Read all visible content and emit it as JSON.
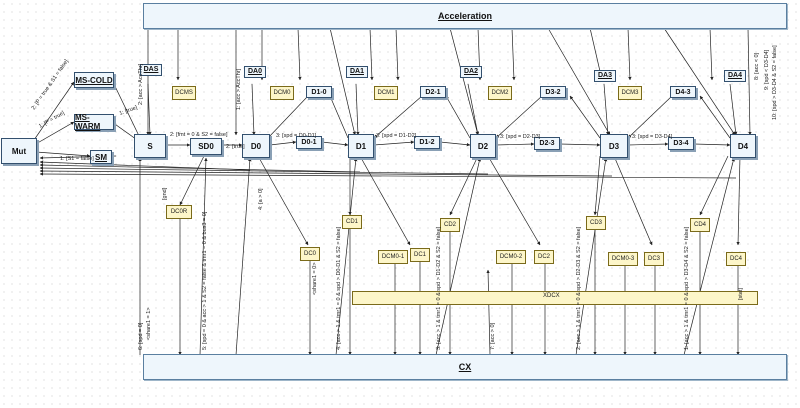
{
  "diagram": {
    "acceleration_title": "Acceleration",
    "cx_title": "CX",
    "main_states": [
      {
        "id": "mut",
        "label": "Mut"
      },
      {
        "id": "s",
        "label": "S"
      },
      {
        "id": "sd0",
        "label": "SD0"
      },
      {
        "id": "d0",
        "label": "D0"
      },
      {
        "id": "d1",
        "label": "D1"
      },
      {
        "id": "d2",
        "label": "D2"
      },
      {
        "id": "d3",
        "label": "D3"
      },
      {
        "id": "d4",
        "label": "D4"
      }
    ],
    "mode_states": [
      {
        "id": "mscold",
        "label": "MS-COLD"
      },
      {
        "id": "mswarm",
        "label": "MS-WARM"
      },
      {
        "id": "sm",
        "label": "SM"
      }
    ],
    "transition_states": [
      {
        "id": "d01",
        "label": "D0-1"
      },
      {
        "id": "d12",
        "label": "D1-2"
      },
      {
        "id": "d23",
        "label": "D2-3"
      },
      {
        "id": "d34",
        "label": "D3-4"
      },
      {
        "id": "d10",
        "label": "D1-0"
      },
      {
        "id": "d21",
        "label": "D2-1"
      },
      {
        "id": "d32",
        "label": "D3-2"
      },
      {
        "id": "d43",
        "label": "D4-3"
      }
    ],
    "da_tags": [
      {
        "id": "das",
        "label": "DAS"
      },
      {
        "id": "da0",
        "label": "DA0"
      },
      {
        "id": "da1",
        "label": "DA1"
      },
      {
        "id": "da2",
        "label": "DA2"
      },
      {
        "id": "da3",
        "label": "DA3"
      },
      {
        "id": "da4",
        "label": "DA4"
      }
    ],
    "conditions": [
      {
        "id": "dcms",
        "label": "DCMS"
      },
      {
        "id": "dcm0",
        "label": "DCM0"
      },
      {
        "id": "dcm1",
        "label": "DCM1"
      },
      {
        "id": "dcm2",
        "label": "DCM2"
      },
      {
        "id": "dcm3",
        "label": "DCM3"
      },
      {
        "id": "dc0r",
        "label": "DC0R"
      },
      {
        "id": "cd1",
        "label": "CD1"
      },
      {
        "id": "cd2",
        "label": "CD2"
      },
      {
        "id": "cd3",
        "label": "CD3"
      },
      {
        "id": "cd4",
        "label": "CD4"
      },
      {
        "id": "dc0",
        "label": "DC0"
      },
      {
        "id": "dcm01",
        "label": "DCM0-1"
      },
      {
        "id": "dc1",
        "label": "DC1"
      },
      {
        "id": "dcm02",
        "label": "DCM0-2"
      },
      {
        "id": "dc2",
        "label": "DC2"
      },
      {
        "id": "dcm03",
        "label": "DCM0-3"
      },
      {
        "id": "dc3",
        "label": "DC3"
      },
      {
        "id": "dc4",
        "label": "DC4"
      }
    ],
    "xdcx_label": "XDCX",
    "edge_labels": [
      "1: [true]",
      "2: [true]",
      "3: [spd = D0-D1]",
      "3: [spd = D1-D2]",
      "3: [spd = D2-D3]",
      "3: [spd = D3-D4]",
      "2: [acc > AccThr]",
      "1: [acc > AccThr]",
      "2: [fmt = 0 & S2 = false]",
      "1: [S1 = false]",
      "1: [P = true]",
      "2: [P = true & S1 = false]",
      "6: [spd = 0]",
      "<share1 = 1>",
      "<share1 = 0>",
      "5: [spd = 0 & acc > 1 & S2 = false & tmr1 = 0 & bus3 = 0]",
      "4: [acc > 1 & tmr1 = 0 & spd > D0-D1 & S2 = false]",
      "3: [acc > 1 & tmr1 = 0 & spd > D1-D2 & S2 = false]",
      "2: [acc > 1 & tmr1 = 0 & spd > D2-D3 & S2 = false]",
      "1: [acc > 1 & tmr1 = 0 & spd > D3-D4 & S2 = false]",
      "7: [acc > 0]",
      "10: [spd > D3-D4 & S2 = false]",
      "9: [spd < D3-D4]",
      "8: [acc < 0]",
      "4: [a > 0]",
      "[gnd]",
      "[stat]"
    ]
  }
}
